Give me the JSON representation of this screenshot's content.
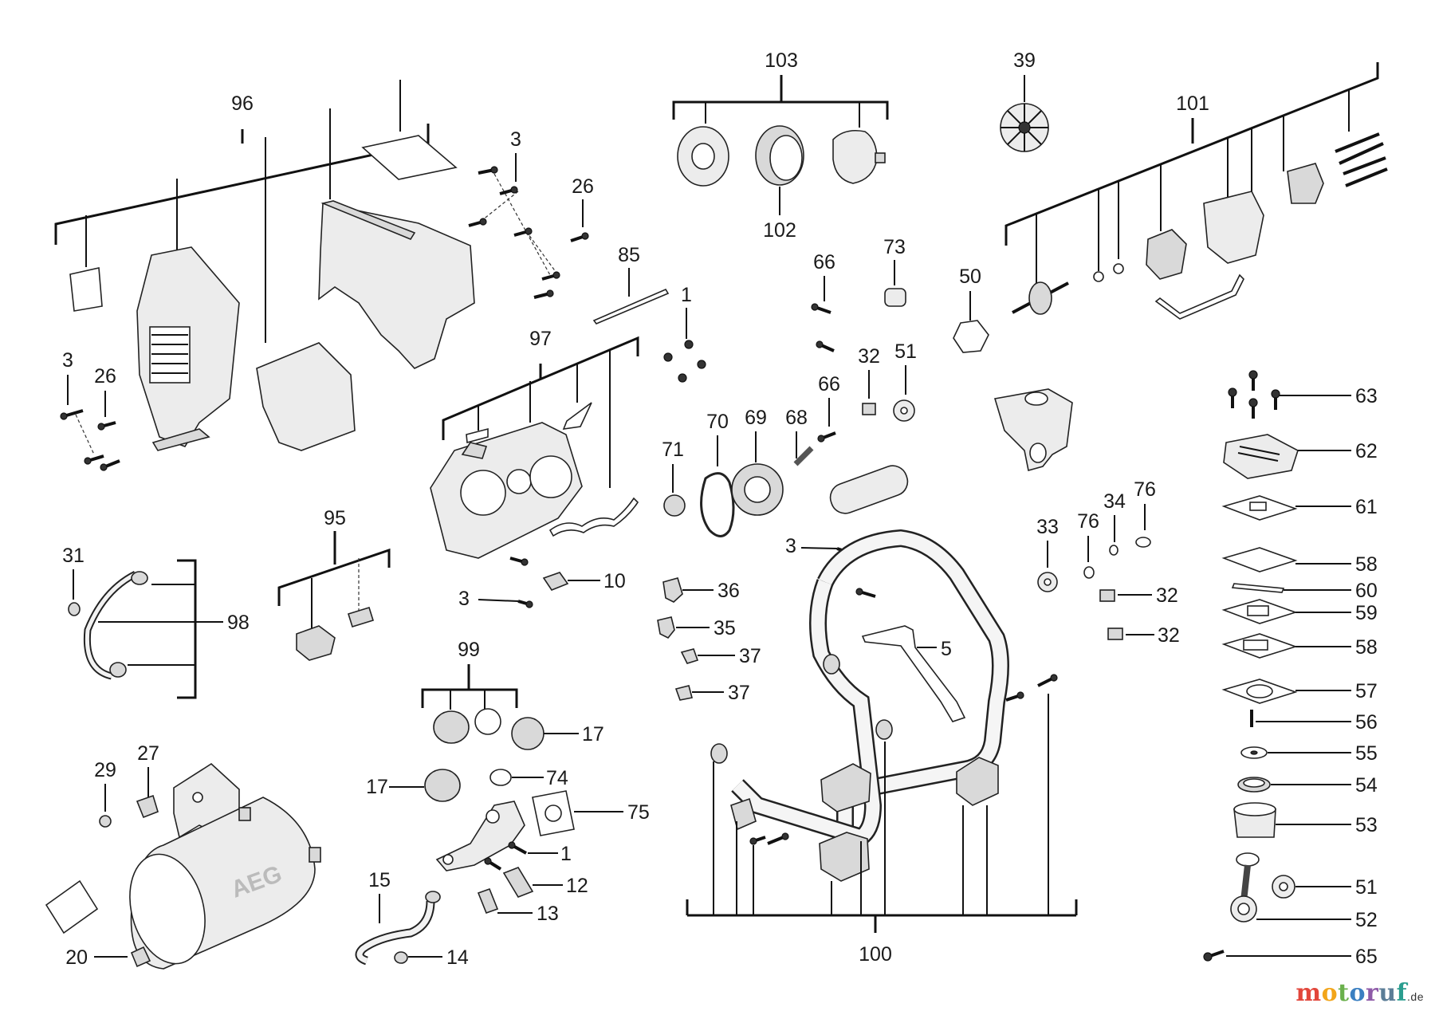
{
  "labels": {
    "l96": "96",
    "l3a": "3",
    "l26a": "26",
    "l85": "85",
    "l103": "103",
    "l102": "102",
    "l39": "39",
    "l101": "101",
    "l73": "73",
    "l66a": "66",
    "l50": "50",
    "l1a": "1",
    "l97": "97",
    "l32a": "32",
    "l51a": "51",
    "l66b": "66",
    "l3b": "3",
    "l26b": "26",
    "l63": "63",
    "l70": "70",
    "l69": "69",
    "l68": "68",
    "l71": "71",
    "l62": "62",
    "l34": "34",
    "l76a": "76",
    "l61": "61",
    "l95": "95",
    "l33": "33",
    "l76b": "76",
    "l3c": "3",
    "l31": "31",
    "l58a": "58",
    "l60": "60",
    "l10": "10",
    "l36": "36",
    "l32b": "32",
    "l3d": "3",
    "l98": "98",
    "l59": "59",
    "l35": "35",
    "l32c": "32",
    "l5": "5",
    "l58b": "58",
    "l99": "99",
    "l37a": "37",
    "l57": "57",
    "l37b": "37",
    "l56": "56",
    "l17a": "17",
    "l27": "27",
    "l55": "55",
    "l29": "29",
    "l74": "74",
    "l17b": "17",
    "l54": "54",
    "l75": "75",
    "l53": "53",
    "l1b": "1",
    "l15": "15",
    "l12": "12",
    "l51b": "51",
    "l13": "13",
    "l52": "52",
    "l14": "14",
    "l20": "20",
    "l100": "100",
    "l65": "65"
  },
  "tank_brand": "AEG",
  "watermark": {
    "main": "motoruf",
    "tld": ".de",
    "colors": [
      "#e2463b",
      "#f2a51a",
      "#6ab04c",
      "#3a7fc1",
      "#8e5aa8",
      "#5b7d97",
      "#2a9d8f"
    ]
  }
}
